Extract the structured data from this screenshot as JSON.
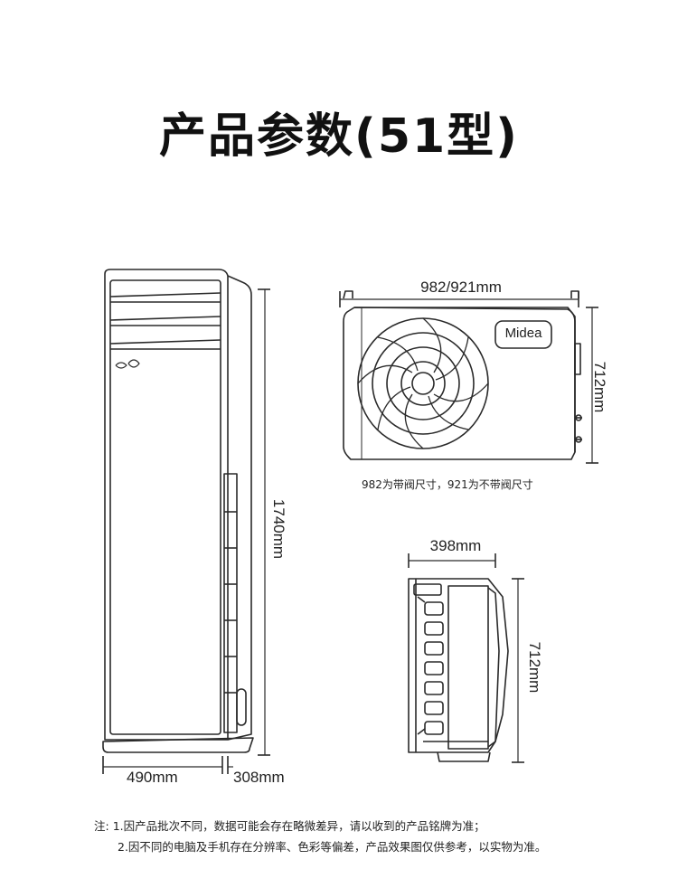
{
  "title": "产品参数(51型)",
  "brand_logo": "Midea",
  "indoor_unit": {
    "height_label": "1740mm",
    "width_label": "490mm",
    "depth_label": "308mm"
  },
  "outdoor_unit_front": {
    "width_label": "982/921mm",
    "height_label": "712mm",
    "caption": "982为带阀尺寸，921为不带阀尺寸"
  },
  "outdoor_unit_side": {
    "depth_label": "398mm",
    "height_label": "712mm"
  },
  "notes": {
    "prefix": "注:",
    "line1": "1.因产品批次不同，数据可能会存在略微差异，请以收到的产品铭牌为准；",
    "line2": "2.因不同的电脑及手机存在分辨率、色彩等偏差，产品效果图仅供参考，以实物为准。"
  }
}
